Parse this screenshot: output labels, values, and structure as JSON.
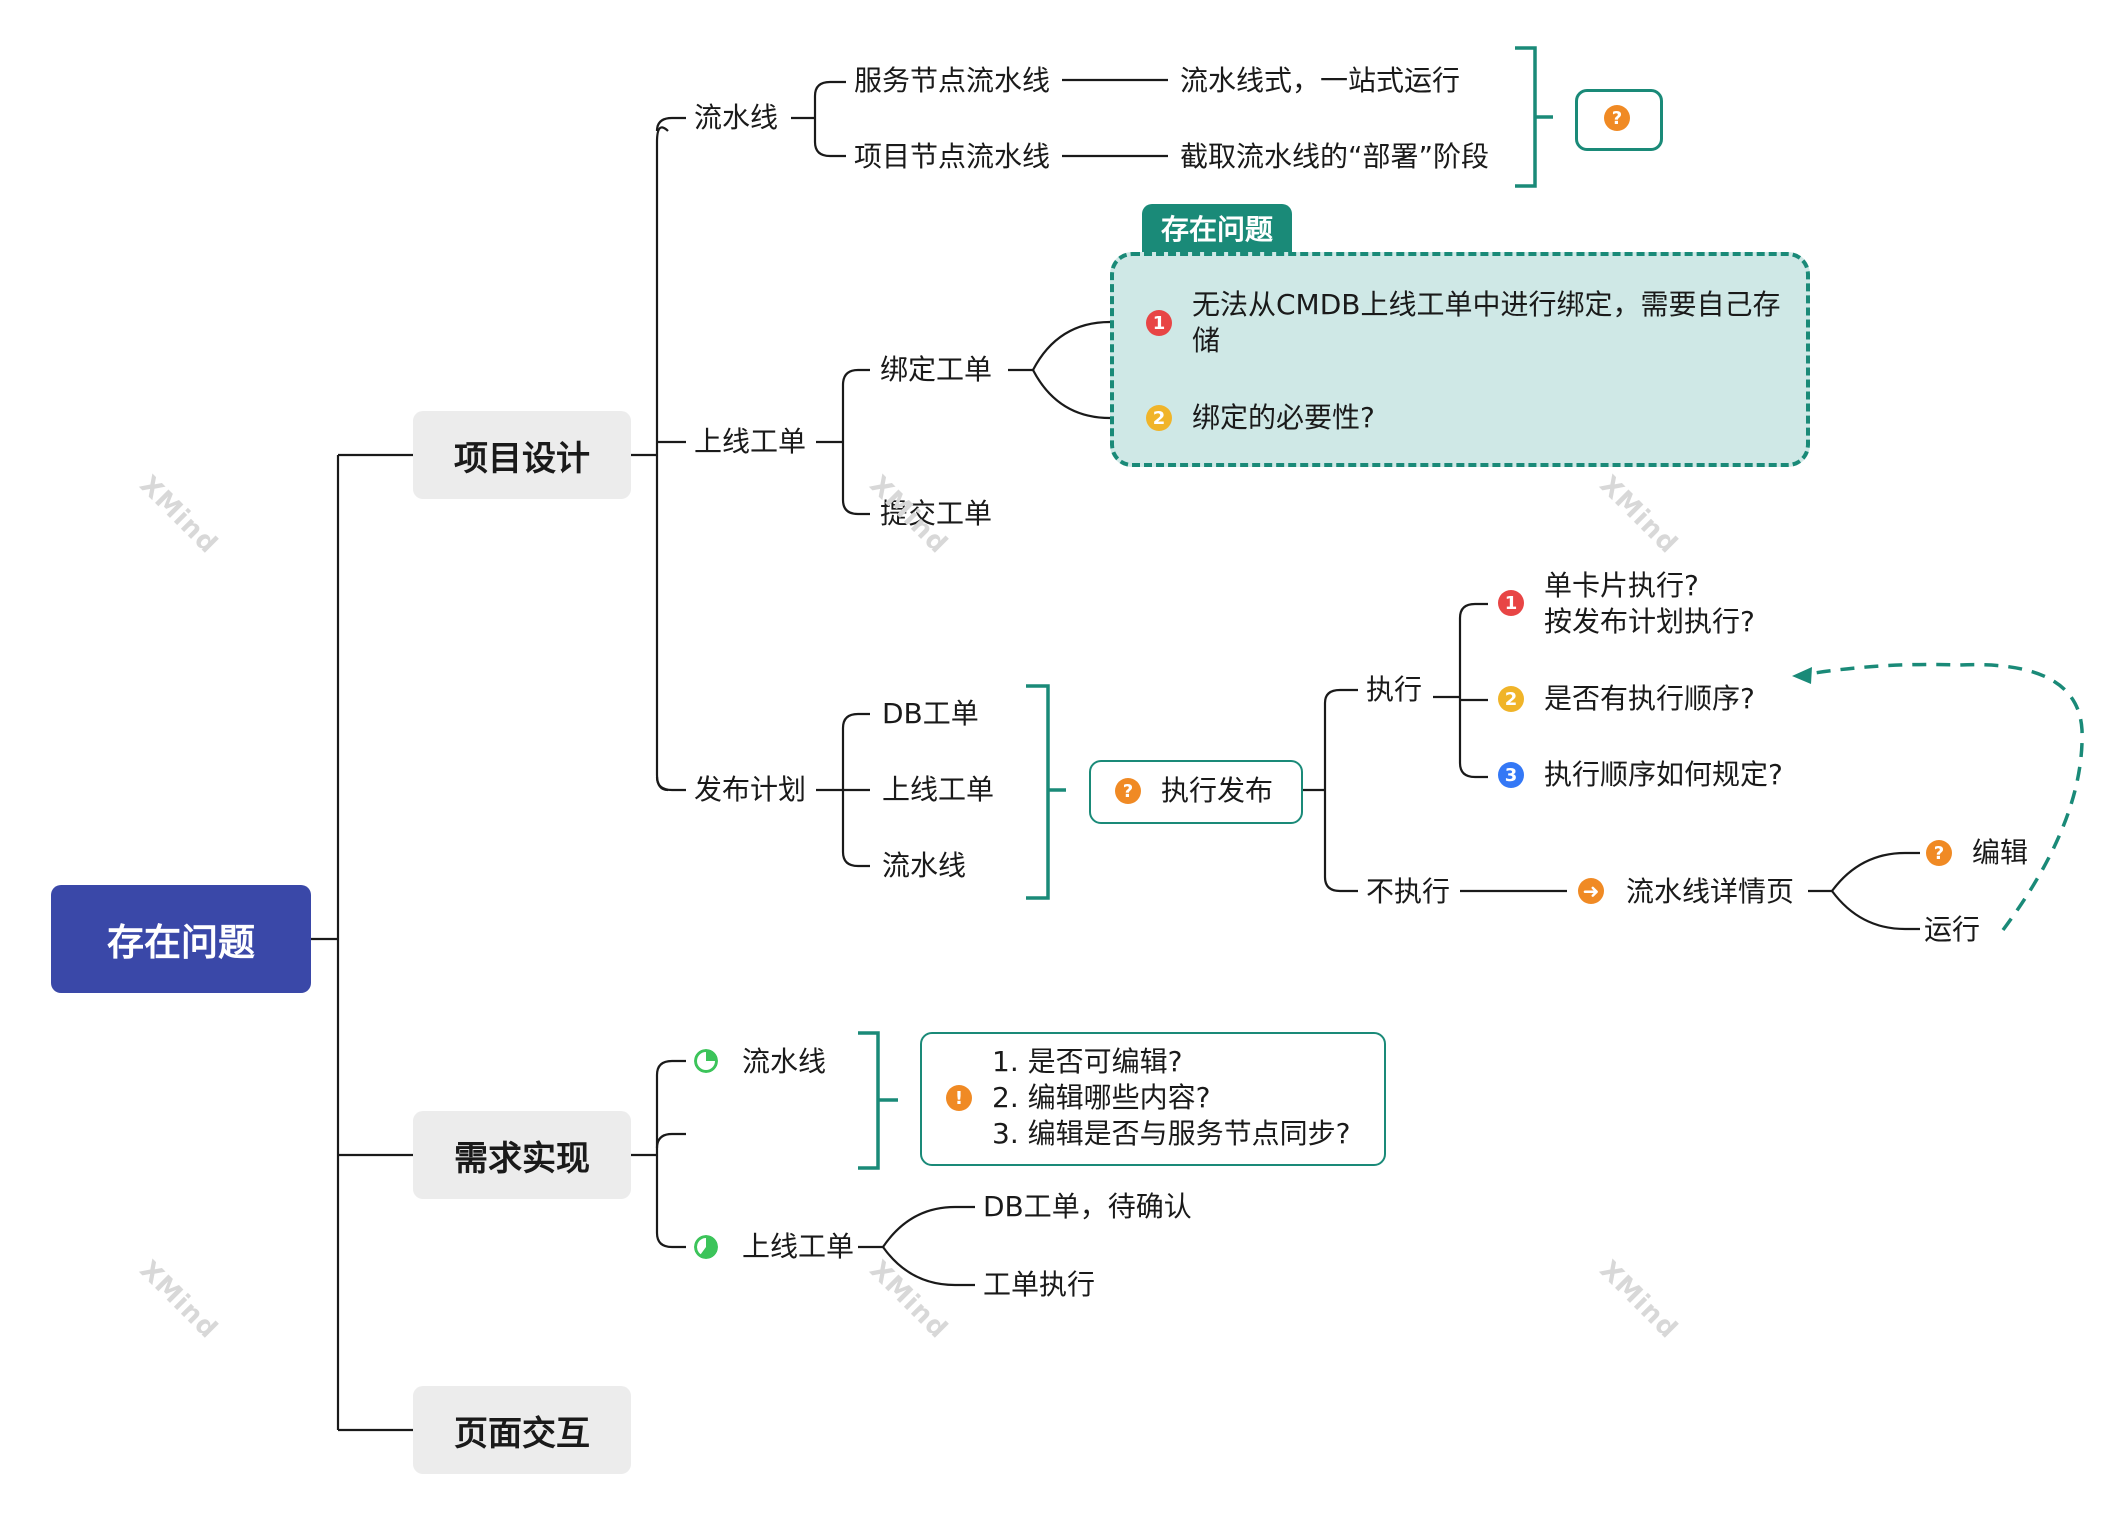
{
  "root": {
    "label": "存在问题"
  },
  "branches": {
    "design": {
      "label": "项目设计"
    },
    "impl": {
      "label": "需求实现"
    },
    "ui": {
      "label": "页面交互"
    }
  },
  "design": {
    "pipeline": {
      "label": "流水线",
      "service": {
        "label": "服务节点流水线",
        "desc": "流水线式，一站式运行"
      },
      "project": {
        "label": "项目节点流水线",
        "desc": "截取流水线的“部署”阶段"
      },
      "summary_icon": "question-icon"
    },
    "online_ticket": {
      "label": "上线工单",
      "bind": {
        "label": "绑定工单"
      },
      "submit": {
        "label": "提交工单"
      },
      "callout": {
        "title": "存在问题",
        "item1_badge": "1",
        "item1_line1": "无法从CMDB上线工单中进行绑定，需要自己存",
        "item1_line2": "储",
        "item2_badge": "2",
        "item2": "绑定的必要性?"
      }
    },
    "release_plan": {
      "label": "发布计划",
      "items": [
        "DB工单",
        "上线工单",
        "流水线"
      ],
      "execute_release": "执行发布",
      "execute": {
        "label": "执行",
        "q1_badge": "1",
        "q1_line1": "单卡片执行?",
        "q1_line2": "按发布计划执行?",
        "q2_badge": "2",
        "q2": "是否有执行顺序?",
        "q3_badge": "3",
        "q3": "执行顺序如何规定?"
      },
      "no_execute": {
        "label": "不执行",
        "detail": "流水线详情页",
        "edit": "编辑",
        "run": "运行"
      }
    }
  },
  "impl": {
    "pipeline": {
      "label": "流水线",
      "progress": 0.25
    },
    "note": {
      "line1": "1. 是否可编辑?",
      "line2": "2. 编辑哪些内容?",
      "line3": "3. 编辑是否与服务节点同步?"
    },
    "online_ticket": {
      "label": "上线工单",
      "progress": 0.6,
      "db": "DB工单，待确认",
      "exec": "工单执行"
    }
  },
  "colors": {
    "root": "#3a48a8",
    "teal": "#1a8a78",
    "callout_bg": "#cfe8e6",
    "main_bg": "#ececec",
    "badge_red": "#e84545",
    "badge_yellow": "#f0b429",
    "badge_blue": "#3478f6",
    "badge_orange": "#f08a24",
    "task_green": "#3cc45a"
  },
  "watermark": "XMind"
}
